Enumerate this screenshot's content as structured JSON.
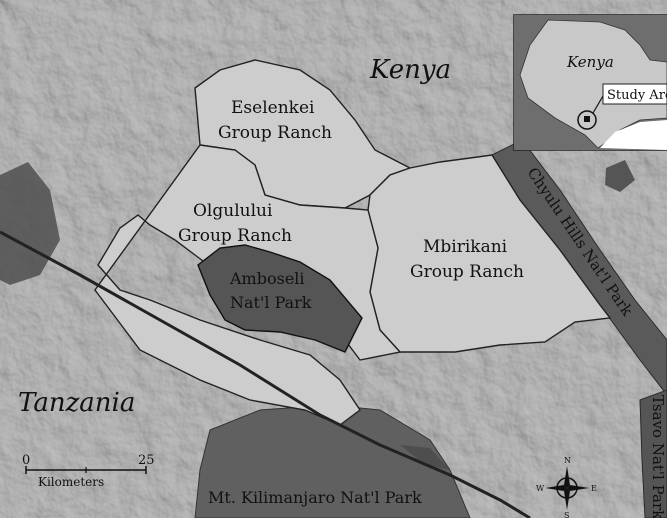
{
  "labels": {
    "country_north": "Kenya",
    "country_south": "Tanzania",
    "eselenkei_line1": "Eselenkei",
    "eselenkei_line2": "Group Ranch",
    "olgulului_line1": "Olgulului",
    "olgulului_line2": "Group Ranch",
    "mbirikani_line1": "Mbirikani",
    "mbirikani_line2": "Group Ranch",
    "amboseli_line1": "Amboseli",
    "amboseli_line2": "Nat'l Park",
    "chyulu": "Chyulu Hills Nat'l Park",
    "tsavo": "Tsavo Nat'l Park",
    "kilimanjaro": "Mt. Kilimanjaro Nat'l Park"
  },
  "inset": {
    "country": "Kenya",
    "study_area": "Study Area"
  },
  "scale_bar": {
    "start": "0",
    "end": "25",
    "unit": "Kilometers"
  },
  "compass": {
    "n": "N",
    "s": "S",
    "e": "E",
    "w": "W"
  }
}
